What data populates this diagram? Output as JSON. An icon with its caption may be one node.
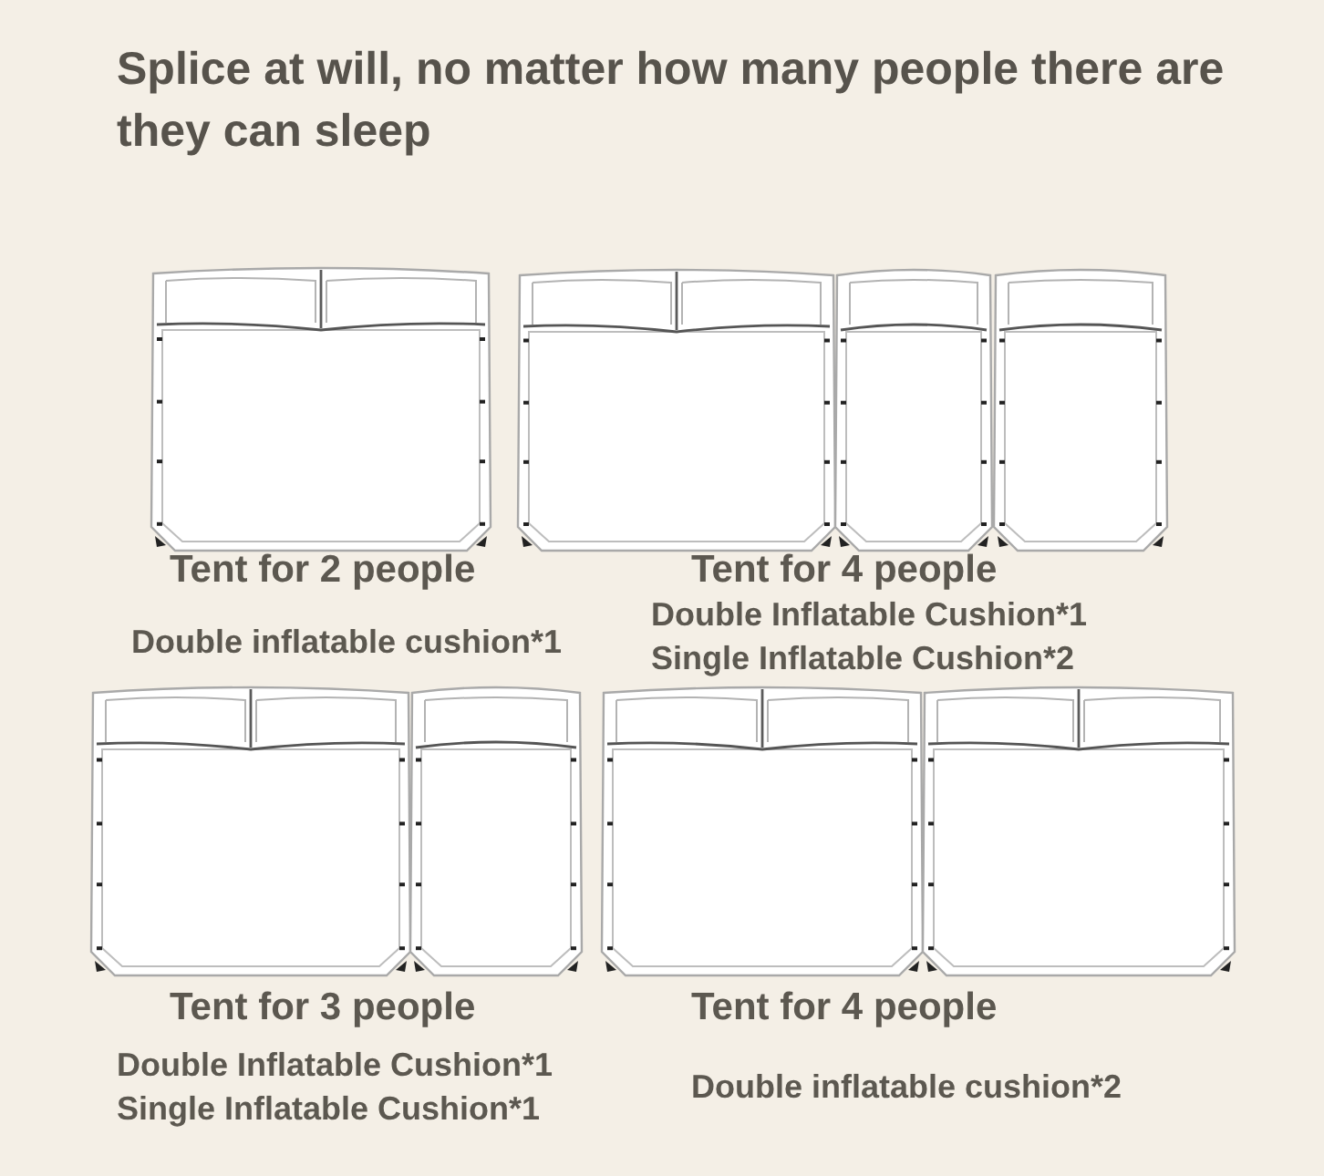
{
  "diagram": {
    "title": "Splice at will, no matter how many people there are they can sleep",
    "labels": [
      "Tent for 2 people",
      "Double inflatable cushion*1",
      "Tent for 4 people",
      "Double Inflatable Cushion*1",
      "Single Inflatable Cushion*2",
      "Tent for 3 people",
      "Double Inflatable Cushion*1",
      "Single Inflatable Cushion*1",
      "Tent for 4 people",
      "Double inflatable cushion*2"
    ]
  }
}
